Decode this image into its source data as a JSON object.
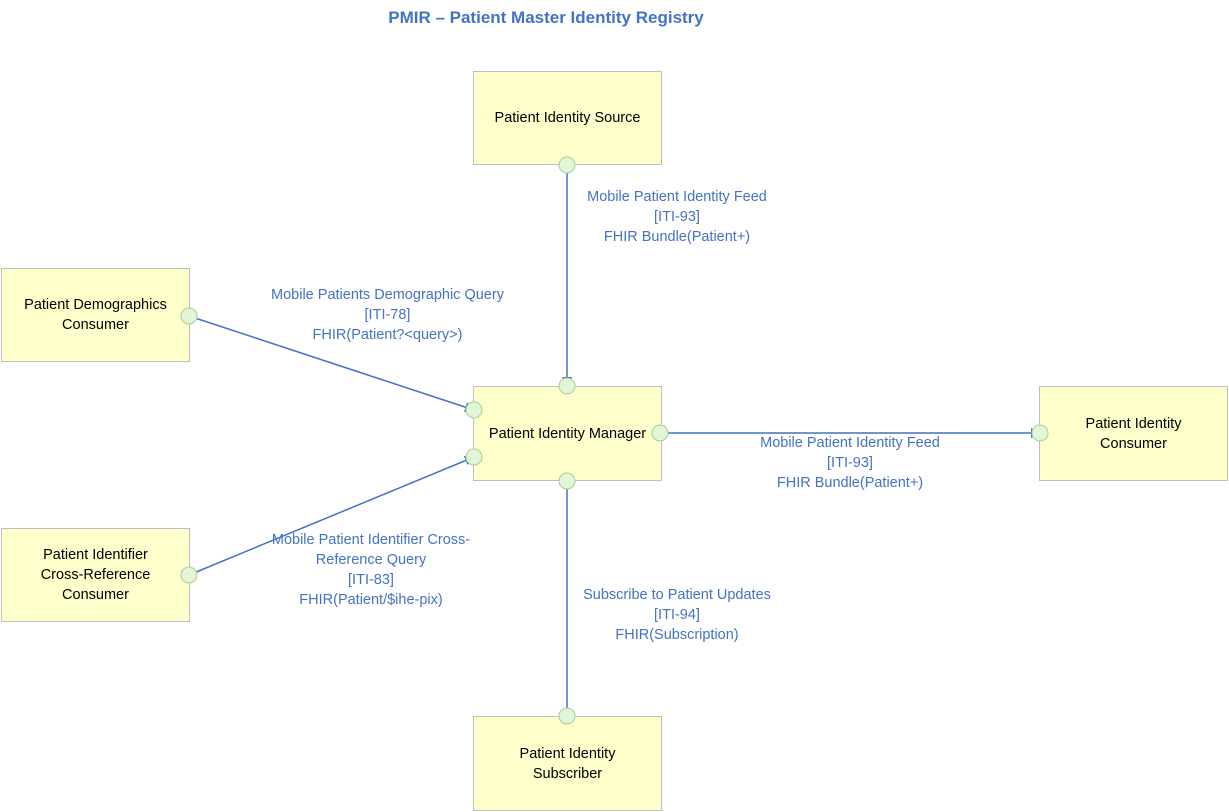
{
  "title": "PMIR – Patient Master Identity Registry",
  "colors": {
    "actor_fill": "#ffffcc",
    "actor_border": "#bfbfbf",
    "line": "#4472c4",
    "port_fill": "#e2f5d8",
    "port_stroke": "#a8d08d"
  },
  "actors": {
    "source": {
      "lines": [
        "Patient Identity Source"
      ]
    },
    "manager": {
      "lines": [
        "Patient Identity Manager"
      ]
    },
    "demographics_consumer": {
      "lines": [
        "Patient Demographics",
        "Consumer"
      ]
    },
    "xref_consumer": {
      "lines": [
        "Patient Identifier",
        "Cross-Reference",
        "Consumer"
      ]
    },
    "identity_consumer": {
      "lines": [
        "Patient Identity",
        "Consumer"
      ]
    },
    "subscriber": {
      "lines": [
        "Patient Identity",
        "Subscriber"
      ]
    }
  },
  "transactions": {
    "feed_in": {
      "lines": [
        "Mobile Patient Identity Feed",
        "[ITI-93]",
        "FHIR Bundle(Patient+)"
      ]
    },
    "demographic_query": {
      "lines": [
        "Mobile Patients Demographic Query",
        "[ITI-78]",
        "FHIR(Patient?<query>)"
      ]
    },
    "feed_out": {
      "lines": [
        "Mobile Patient Identity Feed",
        "[ITI-93]",
        "FHIR Bundle(Patient+)"
      ]
    },
    "xref_query": {
      "lines": [
        "Mobile Patient Identifier Cross-",
        "Reference Query",
        "[ITI-83]",
        "FHIR(Patient/$ihe-pix)"
      ]
    },
    "subscribe": {
      "lines": [
        "Subscribe to Patient Updates",
        "[ITI-94]",
        "FHIR(Subscription)"
      ]
    }
  }
}
